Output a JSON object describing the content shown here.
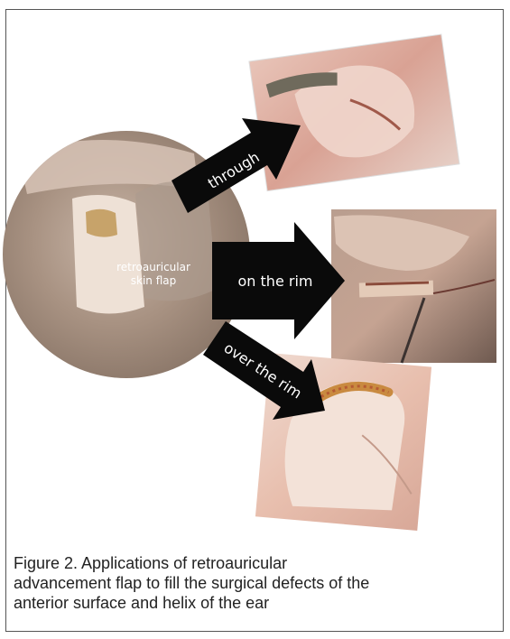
{
  "figure": {
    "center_label": {
      "line1": "retroauricular",
      "line2": "skin flap"
    },
    "arrows": [
      {
        "label": "through"
      },
      {
        "label": "on the rim"
      },
      {
        "label": "over the rim"
      }
    ]
  },
  "caption": {
    "line1": "Figure 2. Applications of retroauricular",
    "line2": "advancement flap to fill the surgical defects of the",
    "line3": "anterior surface and helix of the ear"
  }
}
